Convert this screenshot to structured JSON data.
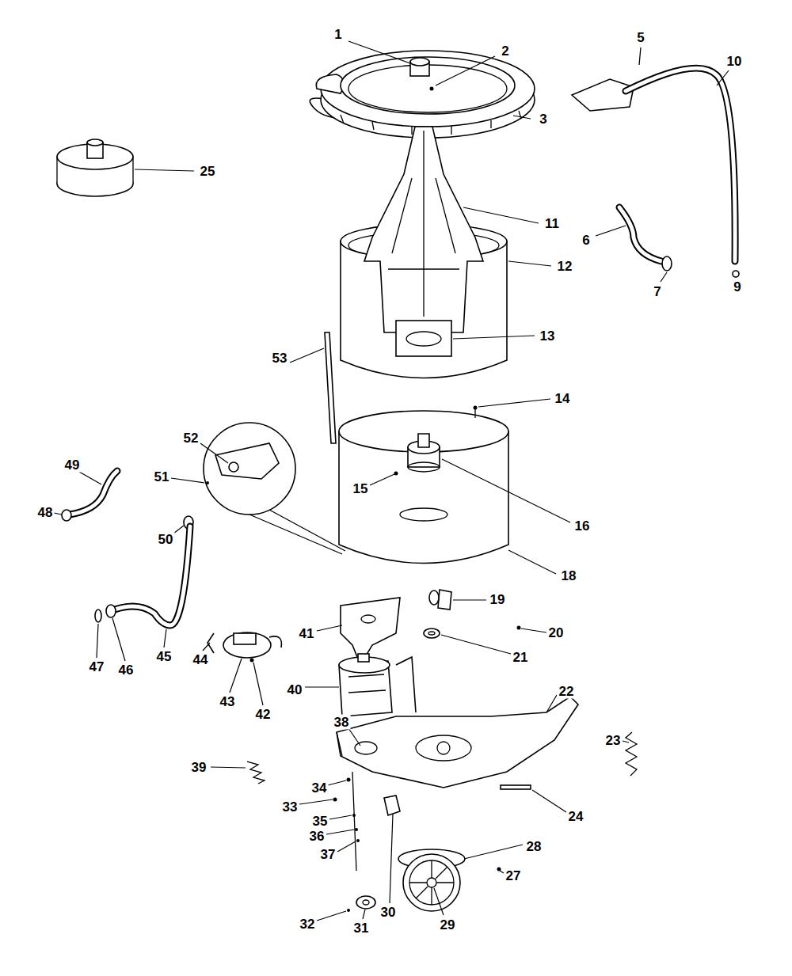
{
  "diagram": {
    "labels": [
      "1",
      "5",
      "2",
      "10",
      "3",
      "25",
      "11",
      "6",
      "12",
      "9",
      "7",
      "13",
      "53",
      "14",
      "52",
      "49",
      "51",
      "15",
      "48",
      "16",
      "50",
      "18",
      "19",
      "41",
      "20",
      "45",
      "21",
      "44",
      "47",
      "46",
      "40",
      "22",
      "43",
      "42",
      "38",
      "23",
      "39",
      "34",
      "33",
      "24",
      "35",
      "36",
      "28",
      "37",
      "27",
      "30",
      "29",
      "32",
      "31"
    ]
  }
}
